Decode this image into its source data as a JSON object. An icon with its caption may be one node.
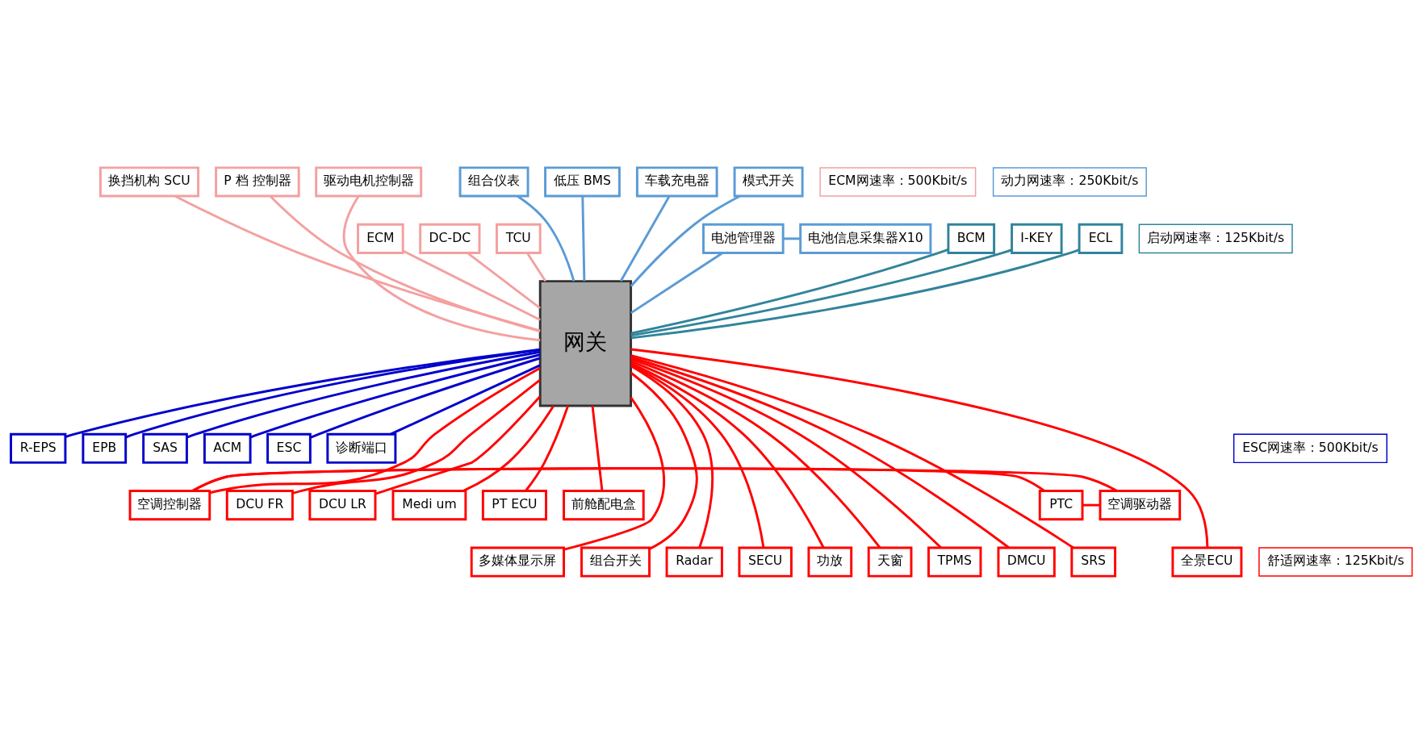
{
  "diagram": {
    "nodes": [
      {
        "text": [
          "换挡机构 SCU"
        ]
      },
      {
        "text": [
          "P 档 控制器"
        ]
      },
      {
        "text": [
          "驱动电机控制器"
        ]
      },
      {
        "text": [
          "ECM"
        ]
      },
      {
        "text": [
          "DC-DC"
        ]
      },
      {
        "text": [
          "TCU"
        ]
      },
      {
        "text": [
          "ECM网速率：500Kbit/s"
        ]
      },
      {
        "text": [
          "组合仪表"
        ]
      },
      {
        "text": [
          "低压 BMS"
        ]
      },
      {
        "text": [
          "车载充电器"
        ]
      },
      {
        "text": [
          "模式开关"
        ]
      },
      {
        "text": [
          "动力网速率：250Kbit/s"
        ]
      },
      {
        "text": [
          "电池管理器"
        ]
      },
      {
        "text": [
          "电池信息采集器X10"
        ]
      },
      {
        "text": [
          "网关"
        ]
      },
      {
        "text": [
          "ESC网速率：500Kbit/s"
        ]
      },
      {
        "text": [
          "BCM"
        ]
      },
      {
        "text": [
          "I-KEY"
        ]
      },
      {
        "text": [
          "ECL"
        ]
      },
      {
        "text": [
          "R-EPS"
        ]
      },
      {
        "text": [
          "EPB"
        ]
      },
      {
        "text": [
          "SAS"
        ]
      },
      {
        "text": [
          "ACM"
        ]
      },
      {
        "text": [
          "ESC"
        ]
      },
      {
        "text": [
          "诊断端口"
        ]
      },
      {
        "text": [
          "启动网速率：125Kbit/s"
        ]
      },
      {
        "text": [
          "PTC"
        ]
      },
      {
        "text": [
          "空调驱动器"
        ]
      },
      {
        "text": [
          "空调控制器"
        ]
      },
      {
        "text": [
          "DCU FR"
        ]
      },
      {
        "text": [
          "DCU LR"
        ]
      },
      {
        "text": [
          "Medi um"
        ]
      },
      {
        "text": [
          "PT ECU"
        ]
      },
      {
        "text": [
          "前舱配电盒"
        ]
      },
      {
        "text": [
          "多媒体显示屏"
        ]
      },
      {
        "text": [
          "组合开关"
        ]
      },
      {
        "text": [
          "Radar"
        ]
      },
      {
        "text": [
          "SECU"
        ]
      },
      {
        "text": [
          "功放"
        ]
      },
      {
        "text": [
          "天窗"
        ]
      },
      {
        "text": [
          "TPMS"
        ]
      },
      {
        "text": [
          "DMCU"
        ]
      },
      {
        "text": [
          "SRS"
        ]
      },
      {
        "text": [
          "全景ECU"
        ]
      },
      {
        "text": [
          "舒适网速率：125Kbit/s"
        ]
      }
    ],
    "edges": [
      {
        "from": 0,
        "to": 14,
        "arrow": "none",
        "color": "#f4a0a0"
      },
      {
        "from": 1,
        "to": 14,
        "arrow": "none",
        "color": "#f4a0a0"
      },
      {
        "from": 2,
        "to": 14,
        "arrow": "none",
        "color": "#f4a0a0"
      },
      {
        "from": 3,
        "to": 14,
        "arrow": "none",
        "color": "#f4a0a0"
      },
      {
        "from": 4,
        "to": 14,
        "arrow": "none",
        "color": "#f4a0a0"
      },
      {
        "from": 5,
        "to": 14,
        "arrow": "none",
        "color": "#f4a0a0"
      },
      {
        "from": 7,
        "to": 14,
        "arrow": "none",
        "color": "#5b9bd5"
      },
      {
        "from": 8,
        "to": 14,
        "arrow": "none",
        "color": "#5b9bd5"
      },
      {
        "from": 9,
        "to": 14,
        "arrow": "none",
        "color": "#5b9bd5"
      },
      {
        "from": 10,
        "to": 14,
        "arrow": "none",
        "color": "#5b9bd5"
      },
      {
        "from": 12,
        "to": 14,
        "arrow": "none",
        "color": "#5b9bd5"
      },
      {
        "from": 12,
        "to": 13,
        "arrow": "none",
        "color": "#5b9bd5"
      },
      {
        "from": 16,
        "to": 14,
        "arrow": "none",
        "color": "#31849b"
      },
      {
        "from": 17,
        "to": 14,
        "arrow": "none",
        "color": "#31849b"
      },
      {
        "from": 18,
        "to": 14,
        "arrow": "none",
        "color": "#31849b"
      },
      {
        "from": 14,
        "to": 19,
        "arrow": "none",
        "color": "#0000cc"
      },
      {
        "from": 14,
        "to": 20,
        "arrow": "none",
        "color": "#0000cc"
      },
      {
        "from": 14,
        "to": 21,
        "arrow": "none",
        "color": "#0000cc"
      },
      {
        "from": 14,
        "to": 22,
        "arrow": "none",
        "color": "#0000cc"
      },
      {
        "from": 14,
        "to": 23,
        "arrow": "none",
        "color": "#0000cc"
      },
      {
        "from": 14,
        "to": 24,
        "arrow": "none",
        "color": "#0000cc"
      },
      {
        "from": 26,
        "to": 27,
        "arrow": "none"
      },
      {
        "from": 26,
        "to": 28,
        "arrow": "none"
      },
      {
        "from": 27,
        "to": 28,
        "arrow": "none"
      },
      {
        "from": 14,
        "to": 28,
        "arrow": "none"
      },
      {
        "from": 14,
        "to": 29,
        "arrow": "none"
      },
      {
        "from": 14,
        "to": 30,
        "arrow": "none"
      },
      {
        "from": 14,
        "to": 31,
        "arrow": "none"
      },
      {
        "from": 14,
        "to": 32,
        "arrow": "none"
      },
      {
        "from": 14,
        "to": 33,
        "arrow": "none"
      },
      {
        "from": 14,
        "to": 34,
        "arrow": "none"
      },
      {
        "from": 14,
        "to": 35,
        "arrow": "none"
      },
      {
        "from": 14,
        "to": 36,
        "arrow": "none"
      },
      {
        "from": 14,
        "to": 37,
        "arrow": "none"
      },
      {
        "from": 14,
        "to": 38,
        "arrow": "none"
      },
      {
        "from": 14,
        "to": 39,
        "arrow": "none"
      },
      {
        "from": 14,
        "to": 40,
        "arrow": "none"
      },
      {
        "from": 14,
        "to": 41,
        "arrow": "none"
      },
      {
        "from": 14,
        "to": 42,
        "arrow": "none"
      },
      {
        "from": 14,
        "to": 43,
        "arrow": "none"
      }
    ]
  }
}
